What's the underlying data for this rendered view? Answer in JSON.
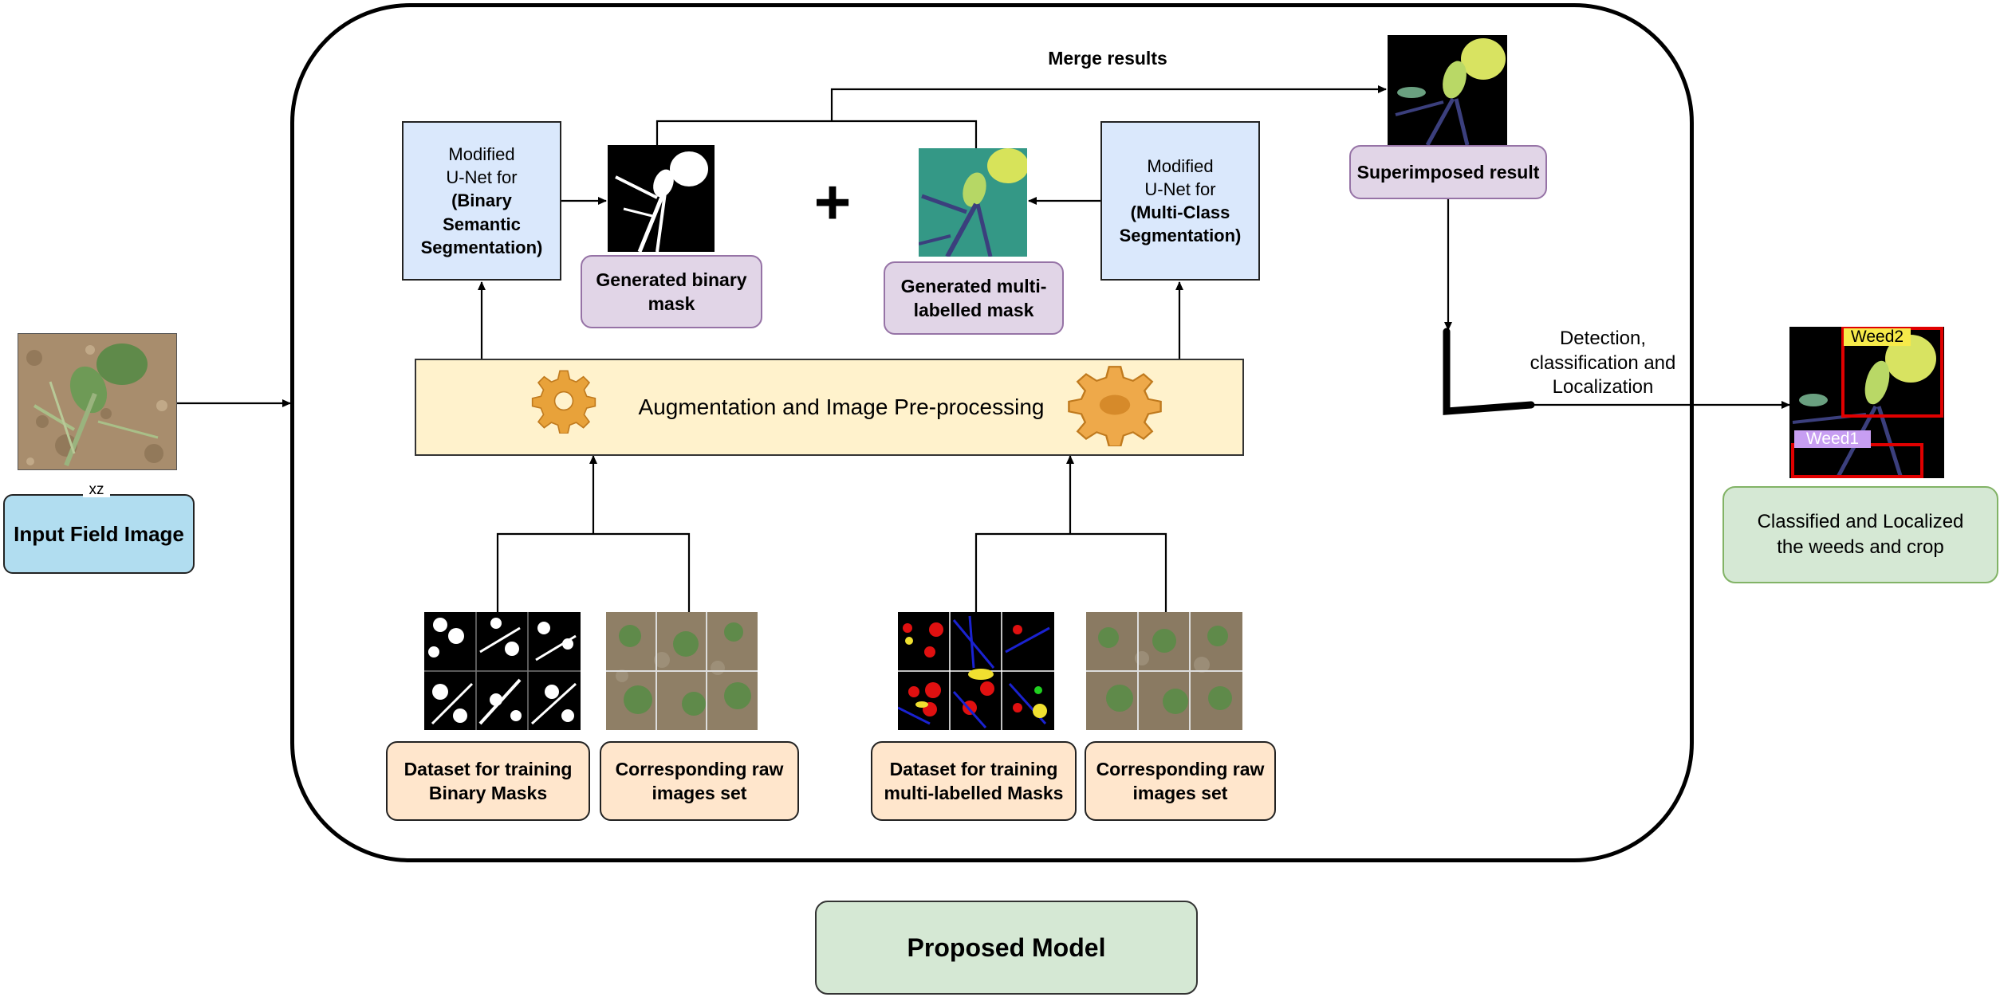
{
  "input": {
    "label": "Input Field Image",
    "tag": "xz"
  },
  "binary_unet": {
    "line1": "Modified",
    "line2": "U-Net for",
    "line3": "(Binary",
    "line4": "Semantic",
    "line5": "Segmentation)"
  },
  "multi_unet": {
    "line1": "Modified",
    "line2": "U-Net for",
    "line3": "(Multi-Class",
    "line4": "Segmentation)"
  },
  "binary_mask_label": "Generated binary mask",
  "multi_mask_label": "Generated multi-labelled mask",
  "plus_symbol": "+",
  "merge_label": "Merge results",
  "superimposed_label": "Superimposed result",
  "augmentation_label": "Augmentation and Image Pre-processing",
  "datasets": {
    "binary_masks": "Dataset for training Binary Masks",
    "raw_1": "Corresponding raw images set",
    "multi_masks": "Dataset for training multi-labelled Masks",
    "raw_2": "Corresponding raw images set"
  },
  "detection_label": {
    "line1": "Detection,",
    "line2": "classification and",
    "line3": "Localization"
  },
  "output": {
    "label": "Classified and Localized the weeds and crop",
    "box1": "Weed2",
    "box2": "Weed1"
  },
  "footer": "Proposed Model",
  "colors": {
    "unet_fill": "#dae8fc",
    "mask_label_fill": "#e1d5e7",
    "dataset_fill": "#ffe6cc",
    "augmentation_fill": "#fff2cc",
    "input_fill": "#b1ddf0",
    "output_fill": "#d5e8d4"
  }
}
